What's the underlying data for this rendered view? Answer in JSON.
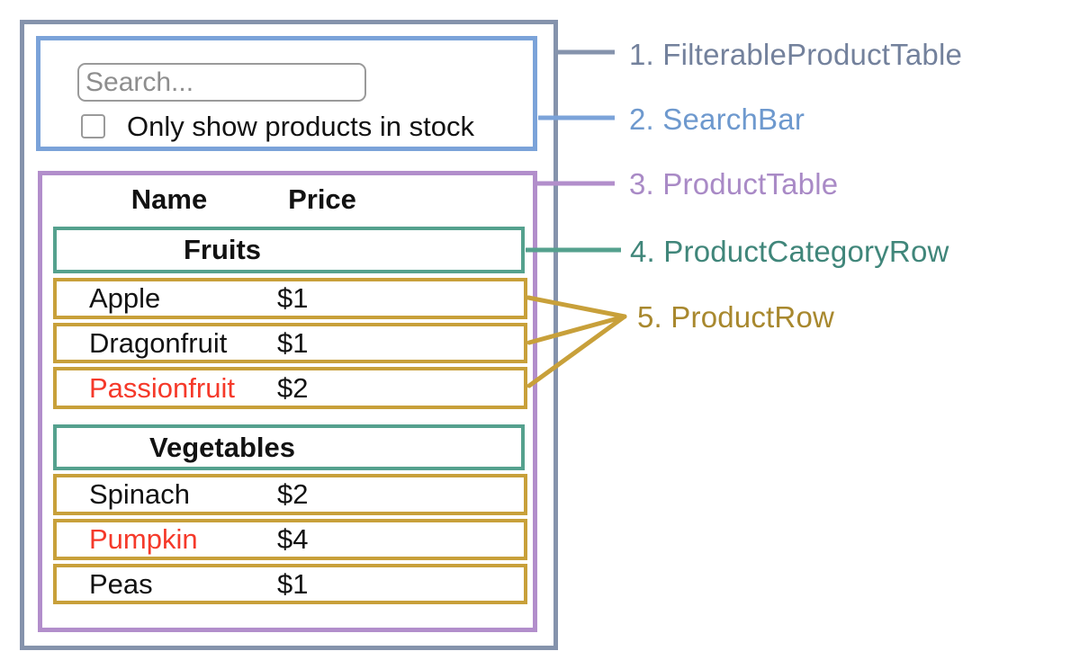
{
  "app": {
    "search": {
      "placeholder": "Search...",
      "checkbox_label": "Only show products in stock",
      "checkbox_checked": false
    },
    "table": {
      "headers": [
        "Name",
        "Price"
      ],
      "sections": [
        {
          "category": "Fruits",
          "rows": [
            {
              "name": "Apple",
              "price": "$1",
              "name_color": "#121212"
            },
            {
              "name": "Dragonfruit",
              "price": "$1",
              "name_color": "#121212"
            },
            {
              "name": "Passionfruit",
              "price": "$2",
              "name_color": "#f5392a"
            }
          ]
        },
        {
          "category": "Vegetables",
          "rows": [
            {
              "name": "Spinach",
              "price": "$2",
              "name_color": "#121212"
            },
            {
              "name": "Pumpkin",
              "price": "$4",
              "name_color": "#f5392a"
            },
            {
              "name": "Peas",
              "price": "$1",
              "name_color": "#121212"
            }
          ]
        }
      ]
    }
  },
  "annotations": {
    "items": [
      {
        "label": "1. FilterableProductTable",
        "color": "#73819c"
      },
      {
        "label": "2. SearchBar",
        "color": "#6e99ce"
      },
      {
        "label": "3. ProductTable",
        "color": "#a98ac6"
      },
      {
        "label": "4. ProductCategoryRow",
        "color": "#40867a"
      },
      {
        "label": "5. ProductRow",
        "color": "#a8882e"
      }
    ]
  },
  "colors": {
    "filterable_product_table_border": "#8593ac",
    "search_bar_border": "#7ba3d9",
    "product_table_border": "#b28ecb",
    "product_category_row_border": "#55a18e",
    "product_row_border": "#c8a03a",
    "out_of_stock_text": "#f5392a"
  }
}
